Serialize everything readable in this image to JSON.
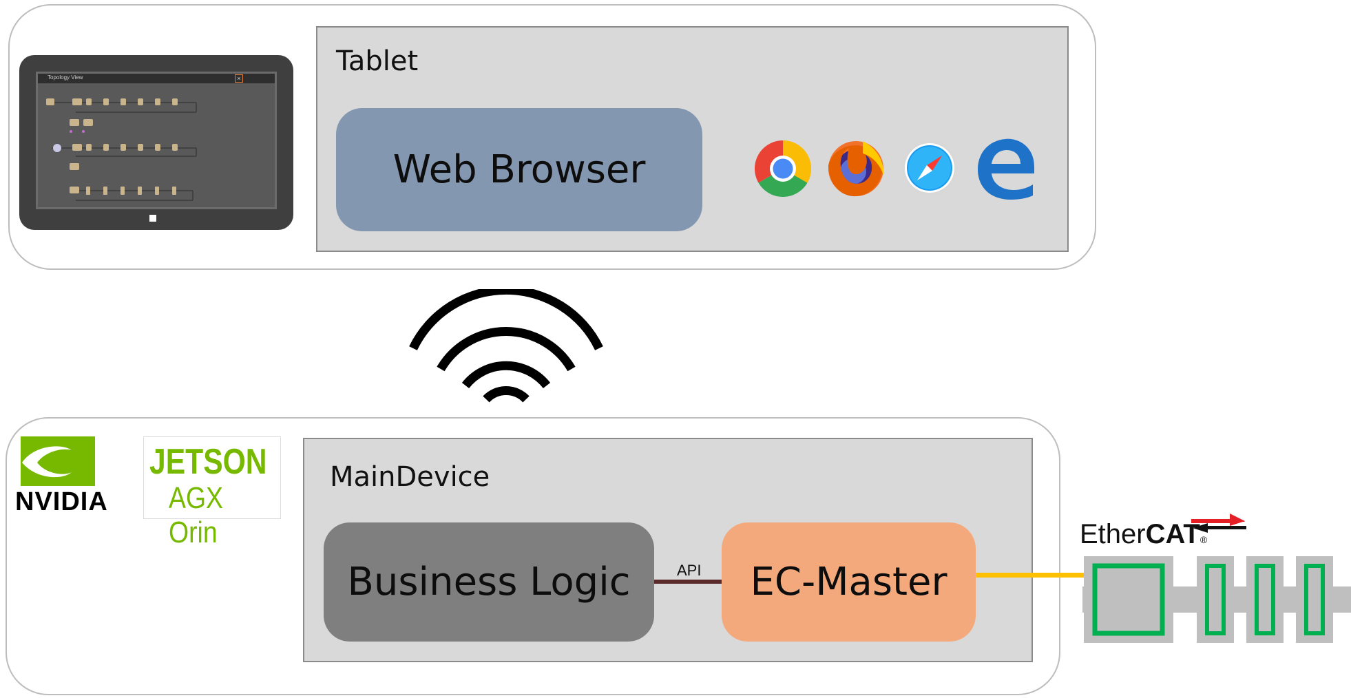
{
  "tablet": {
    "title": "Tablet",
    "web_browser_label": "Web Browser",
    "screen_title": "Topology View",
    "browsers": [
      "chrome-icon",
      "firefox-icon",
      "safari-icon",
      "edge-icon"
    ]
  },
  "main_device": {
    "title": "MainDevice",
    "business_logic_label": "Business Logic",
    "ec_master_label": "EC-Master",
    "api_label": "API"
  },
  "logos": {
    "nvidia_text": "NVIDIA",
    "jetson_line1": "JETSON",
    "jetson_line2": "AGX Orin",
    "ethercat_prefix": "Ether",
    "ethercat_suffix": "CAT",
    "ethercat_mark": "®"
  },
  "colors": {
    "web_browser_fill": "#8497b0",
    "business_logic_fill": "#7f7f7f",
    "ec_master_fill": "#f4a97d",
    "api_line": "#5b2b2b",
    "ethercat_line": "#ffc000",
    "ethercat_green": "#00b050",
    "nvidia_green": "#76b900",
    "edge_blue": "#1e73c8"
  }
}
